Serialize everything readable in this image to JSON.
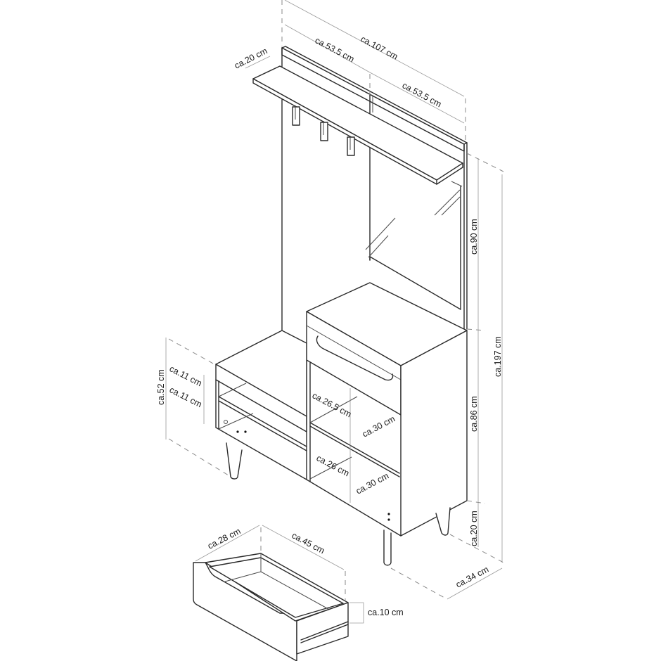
{
  "diagram": {
    "type": "furniture-dimension-drawing",
    "subject": "hallway wardrobe with shelf, hooks, mirror, shoe bench and drawer",
    "colors": {
      "line": "#2b2b2b",
      "dimension": "#9a9a9a",
      "background": "#ffffff"
    }
  },
  "dimensions": {
    "total_width": "ca.107 cm",
    "upper_left_width": "ca.53.5 cm",
    "upper_right_width": "ca.53.5 cm",
    "shelf_depth": "ca.20 cm",
    "upper_height": "ca.90 cm",
    "total_height": "ca.197 cm",
    "cabinet_height": "ca.86 cm",
    "leg_height": "ca.20 cm",
    "cabinet_depth": "ca.34 cm",
    "bench_height": "ca.52 cm",
    "bench_compartment_top": "ca.11 cm",
    "bench_compartment_bottom": "ca.11 cm",
    "upper_compartment_height": "ca.26.5 cm",
    "upper_compartment_width": "ca.30 cm",
    "lower_compartment_height": "ca.26 cm",
    "lower_compartment_width": "ca.30 cm",
    "drawer_width": "ca.28 cm",
    "drawer_depth": "ca.45 cm",
    "drawer_height": "ca.10 cm"
  }
}
